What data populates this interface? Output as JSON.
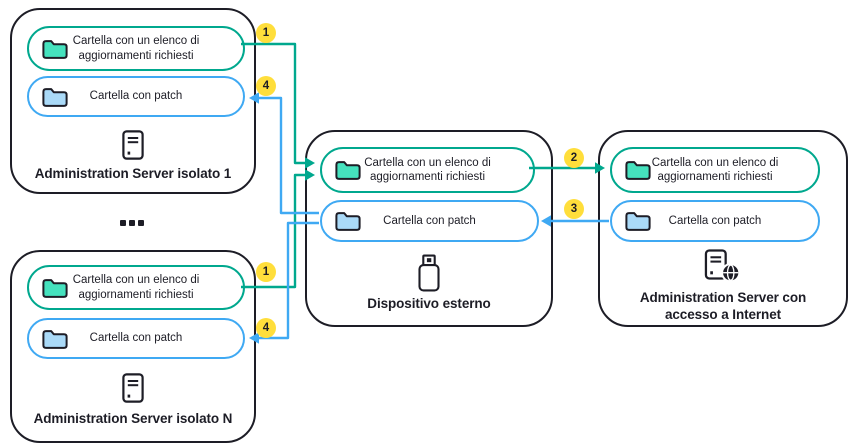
{
  "colors": {
    "outline": "#1D1D26",
    "text": "#1D1D26",
    "background": "#FFFFFF",
    "teal": "#00A88E",
    "teal_folder": "#45E2BE",
    "blue": "#3FA9F3",
    "blue_folder": "#AADAF8",
    "badge_yellow": "#FFDE3B"
  },
  "folders": {
    "updates_label": "Cartella con un elenco di aggiornamenti richiesti",
    "patch_label": "Cartella con patch"
  },
  "boxes": {
    "isolated1": {
      "title": "Administration Server isolato 1",
      "icon": "server-tower-icon"
    },
    "isolatedN": {
      "title": "Administration Server isolato N",
      "icon": "server-tower-icon"
    },
    "external_device": {
      "title": "Dispositivo esterno",
      "icon": "usb-drive-icon"
    },
    "internet_server": {
      "title": "Administration Server con accesso a Internet",
      "icon": "server-globe-icon"
    }
  },
  "separator": "...",
  "steps": {
    "list_to_device_top": "1",
    "list_to_device_bottom": "1",
    "list_to_internet": "2",
    "patch_from_internet": "3",
    "patch_to_isolated_top": "4",
    "patch_to_isolated_bottom": "4"
  }
}
